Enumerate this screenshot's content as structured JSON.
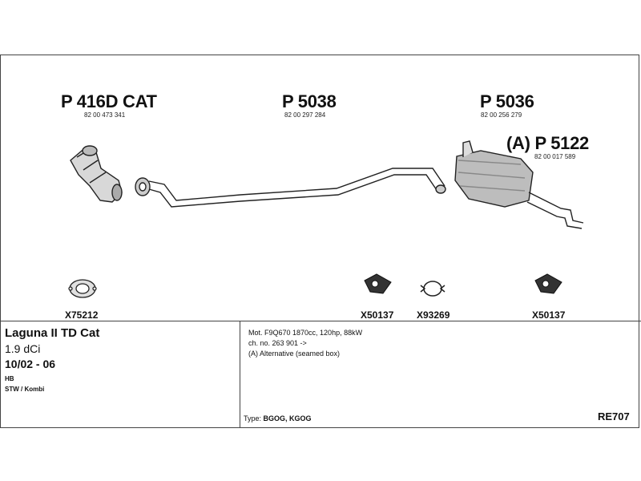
{
  "parts": {
    "cat": {
      "code": "P 416D CAT",
      "ref": "82 00 473 341"
    },
    "middle": {
      "code": "P 5038",
      "ref": "82 00 297 284"
    },
    "rear": {
      "code": "P 5036",
      "ref": "82 00 256 279"
    },
    "alt": {
      "code": "(A) P 5122",
      "ref": "82 00 017 589"
    }
  },
  "clamps": {
    "c1": "X75212",
    "c2": "X50137",
    "c3": "X93269",
    "c4": "X50137"
  },
  "vehicle": {
    "title": "Laguna II TD Cat",
    "engine": "1.9 dCi",
    "years": "10/02 - 06",
    "body1": "HB",
    "body2": "STW / Kombi"
  },
  "notes": {
    "line1": "Mot. F9Q670 1870cc, 120hp, 88kW",
    "line2": "ch. no. 263 901 ->",
    "line3": "(A) Alternative (seamed box)"
  },
  "type": {
    "label": "Type:",
    "value": "BGOG, KGOG"
  },
  "drawing_code": "RE707"
}
